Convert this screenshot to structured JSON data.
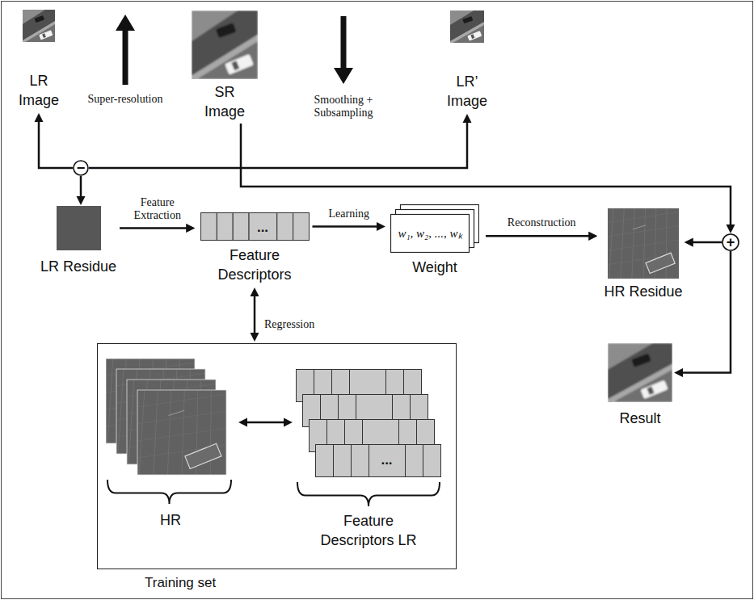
{
  "diagram": {
    "nodes": [
      {
        "text": [
          "LR Image"
        ]
      },
      {
        "text": [
          "SR Image"
        ]
      },
      {
        "text": [
          "LR’ Image"
        ]
      },
      {
        "text": [
          "−"
        ]
      },
      {
        "text": [
          "+"
        ]
      },
      {
        "text": [
          "LR Residue"
        ]
      },
      {
        "text": [
          "...",
          "Feature Descriptors"
        ]
      },
      {
        "text": [
          "w₁, w₂, ..., wₖ",
          "Weight"
        ]
      },
      {
        "text": [
          "HR Residue"
        ]
      },
      {
        "text": [
          "Result"
        ]
      },
      {
        "text": [
          "Training set"
        ]
      },
      {
        "text": [
          "HR"
        ],
        "in": 10
      },
      {
        "text": [
          "...",
          "Feature Descriptors LR"
        ],
        "in": 10
      }
    ],
    "edges": [
      {
        "from": 3,
        "to": 0,
        "arrow": "to"
      },
      {
        "from": 3,
        "to": 2,
        "arrow": "to"
      },
      {
        "from": 3,
        "to": 5,
        "arrow": "to"
      },
      {
        "from": 1,
        "to": 4,
        "arrow": "to"
      },
      {
        "from": 4,
        "to": 8,
        "arrow": "to"
      },
      {
        "from": 4,
        "to": 9,
        "arrow": "to"
      },
      {
        "from": 5,
        "to": 6,
        "label": "Feature Extraction",
        "arrow": "to"
      },
      {
        "from": 6,
        "to": 7,
        "label": "Learning",
        "arrow": "to"
      },
      {
        "from": 7,
        "to": 8,
        "label": "Reconstruction",
        "arrow": "to"
      },
      {
        "from": 6,
        "to": 10,
        "label": "Regression",
        "arrow": "both"
      },
      {
        "from": 11,
        "to": 12,
        "arrow": "both"
      }
    ],
    "labels": [
      "Super-resolution",
      "Smoothing + Subsampling"
    ]
  }
}
